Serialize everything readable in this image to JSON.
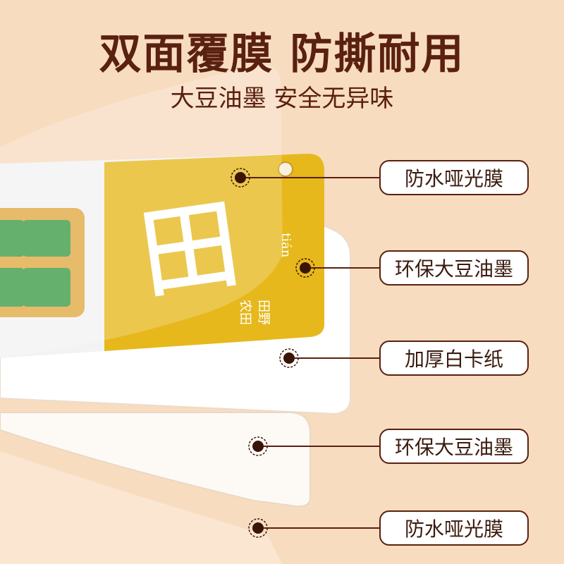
{
  "headline": "双面覆膜 防撕耐用",
  "subline": "大豆油墨 安全无异味",
  "card": {
    "character": "田",
    "pinyin": "tián",
    "words": [
      "田野",
      "农田"
    ]
  },
  "layers": [
    {
      "label": "防水哑光膜"
    },
    {
      "label": "环保大豆油墨"
    },
    {
      "label": "加厚白卡纸"
    },
    {
      "label": "环保大豆油墨"
    },
    {
      "label": "防水哑光膜"
    }
  ],
  "colors": {
    "background": "#f8dcc0",
    "heading": "#5a2010",
    "card_yellow": "#e6b81c",
    "marker": "#3b1408"
  }
}
